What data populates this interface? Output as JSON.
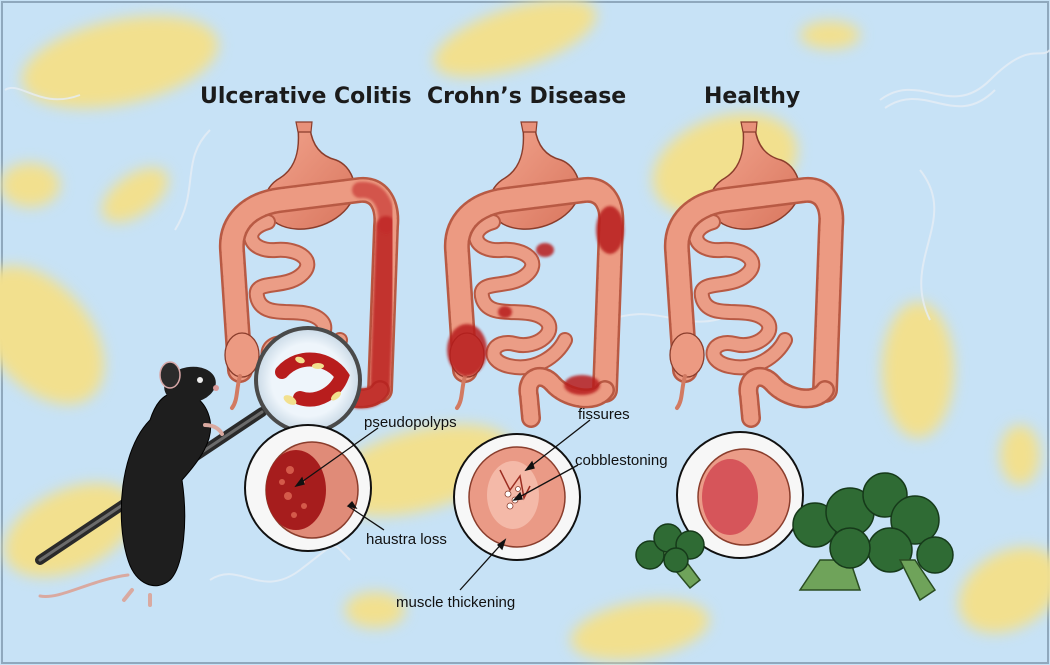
{
  "titles": {
    "ulcerative_colitis": "Ulcerative Colitis",
    "crohns_disease": "Crohn’s Disease",
    "healthy": "Healthy"
  },
  "callouts": {
    "pseudopolyps": "pseudopolyps",
    "haustra_loss": "haustra loss",
    "fissures": "fissures",
    "cobblestoning": "cobblestoning",
    "muscle_thickening": "muscle thickening"
  },
  "colors": {
    "background": "#c7e2f6",
    "bacteria": "#f2e08e",
    "intestine": "#e8917a",
    "inflammation": "#b81d1d",
    "mouse": "#1e1e1e",
    "broccoli": "#2f6b34"
  }
}
